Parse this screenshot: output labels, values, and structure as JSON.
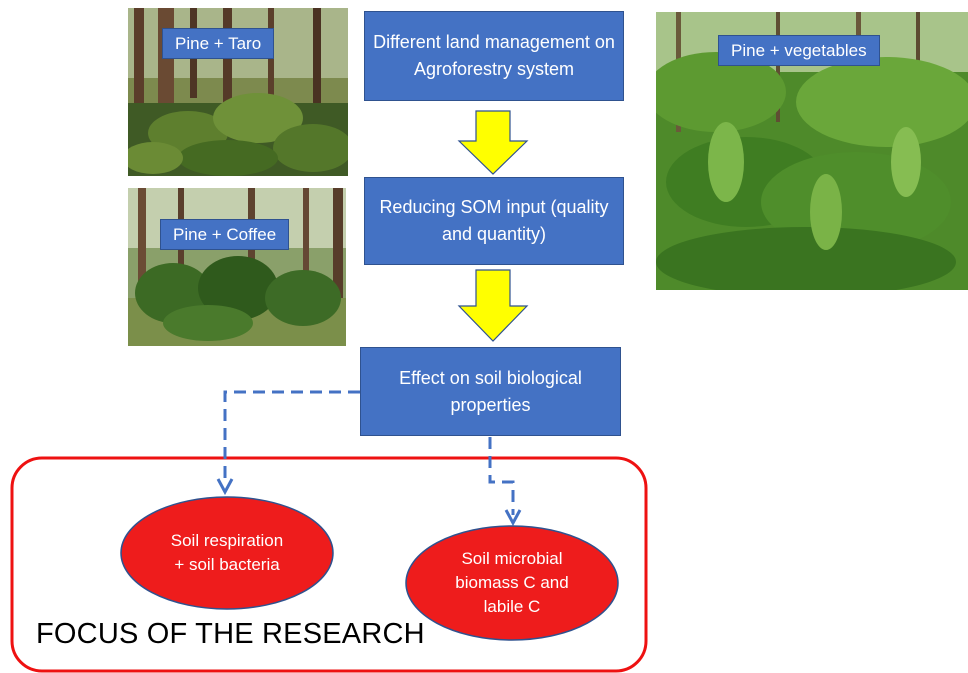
{
  "photos": {
    "taro": {
      "label": "Pine + Taro"
    },
    "coffee": {
      "label": "Pine + Coffee"
    },
    "vegetables": {
      "label": "Pine + vegetables"
    }
  },
  "flow": {
    "box1": "Different land management on Agroforestry system",
    "box2": "Reducing SOM input (quality and quantity)",
    "box3": "Effect on soil biological properties"
  },
  "outcomes": {
    "left": "Soil respiration + soil bacteria",
    "right": "Soil microbial biomass C and labile C"
  },
  "focus_label": "FOCUS OF THE RESEARCH",
  "colors": {
    "box_fill": "#4472c4",
    "arrow_fill": "#ffff00",
    "ellipse_fill": "#ee1c1c",
    "focus_border": "#ee1111",
    "dashed_connector": "#4472c4"
  }
}
